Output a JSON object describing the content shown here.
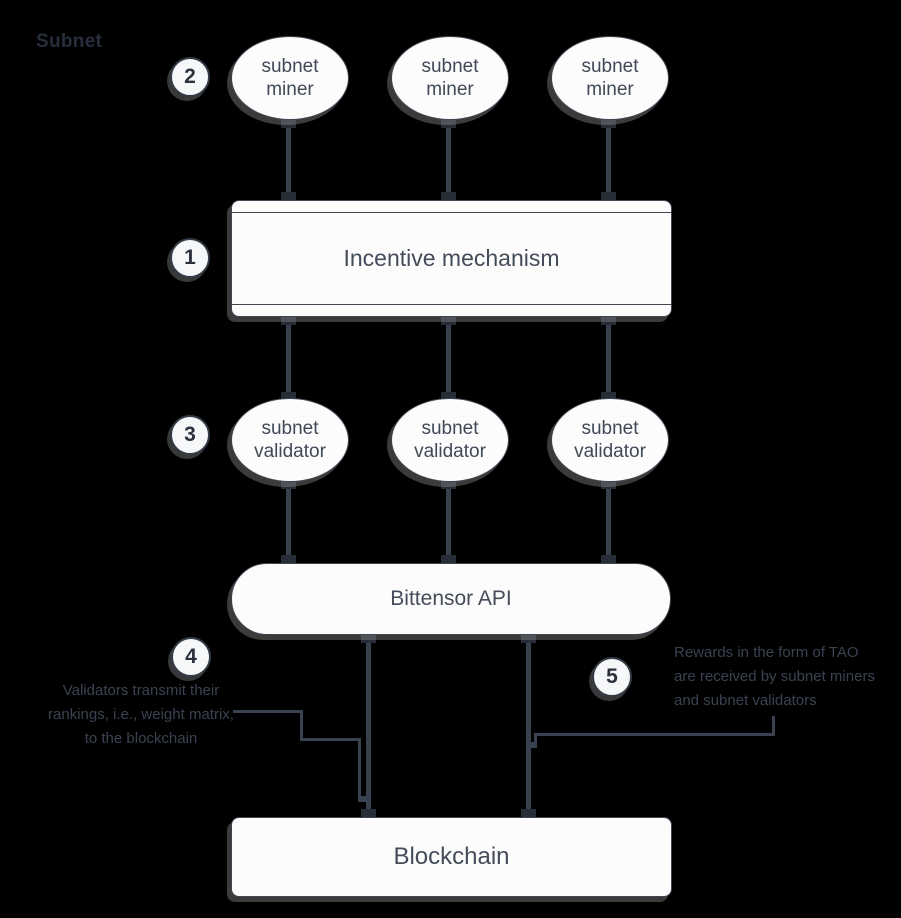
{
  "title": "Subnet",
  "badges": {
    "incentive": "1",
    "miners": "2",
    "validators": "3",
    "api_note": "4",
    "emissions_note": "5"
  },
  "nodes": {
    "miner": {
      "line1": "subnet",
      "line2": "miner"
    },
    "incentive": {
      "label": "Incentive mechanism"
    },
    "validator": {
      "line1": "subnet",
      "line2": "validator"
    },
    "api": {
      "label": "Bittensor API"
    },
    "blockchain": {
      "label": "Blockchain"
    }
  },
  "annotations": {
    "left": {
      "lines": [
        "Validators transmit their",
        "rankings, i.e., weight matrix,",
        "to the blockchain"
      ]
    },
    "right": {
      "lines": [
        "Rewards in the form of TAO",
        "are received by subnet miners",
        "and subnet validators"
      ]
    }
  },
  "colors": {
    "background": "#000000",
    "shape_fill": "#fcfcfd",
    "shape_border": "#3f4652",
    "connector": "#39404d",
    "connector_stub": "#272d37",
    "shape_text": "#414957",
    "annotation_text": "#3a4252",
    "title_text": "#272e3c"
  }
}
